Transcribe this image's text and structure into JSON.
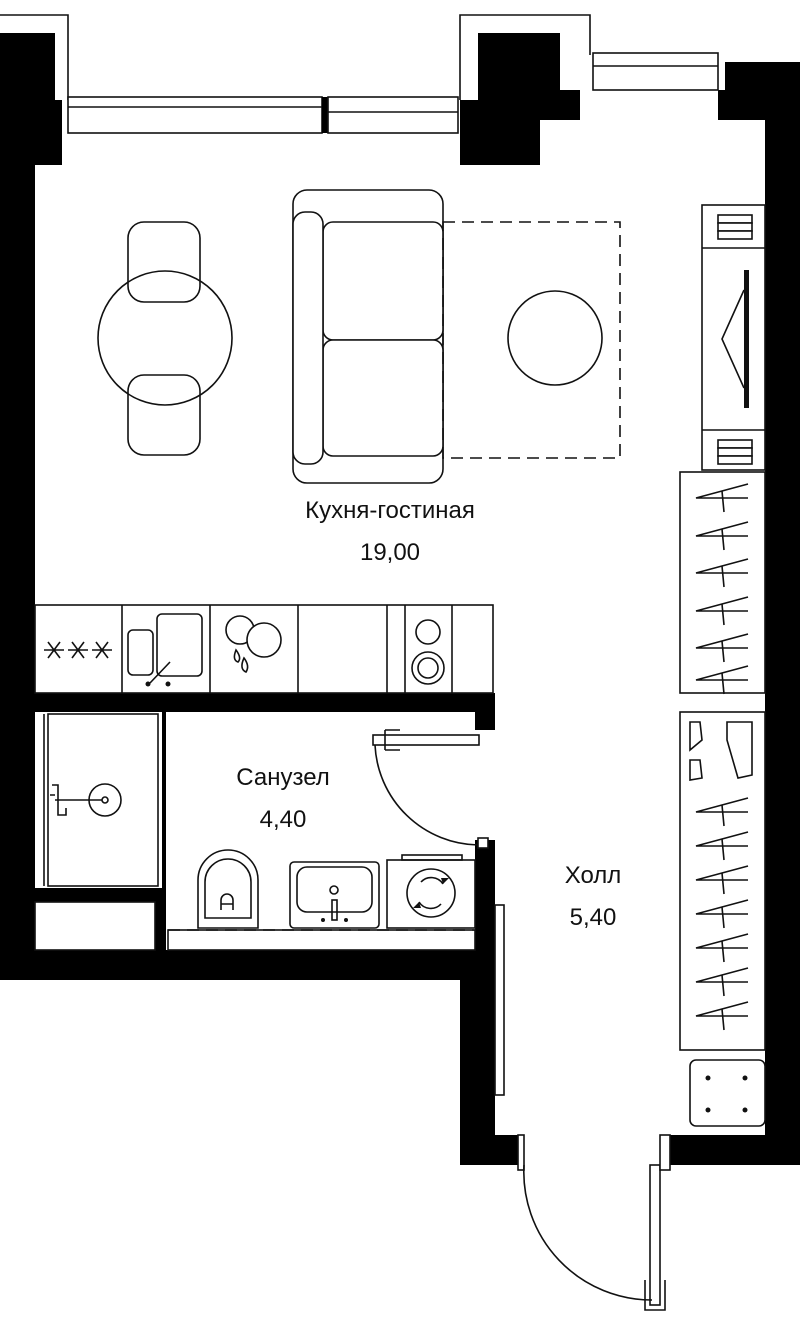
{
  "plan": {
    "wall_color": "#000000",
    "floor_color": "#ffffff",
    "rooms": [
      {
        "name": "Кухня-гостиная",
        "area": "19,00"
      },
      {
        "name": "Санузел",
        "area": "4,40"
      },
      {
        "name": "Холл",
        "area": "5,40"
      }
    ]
  }
}
